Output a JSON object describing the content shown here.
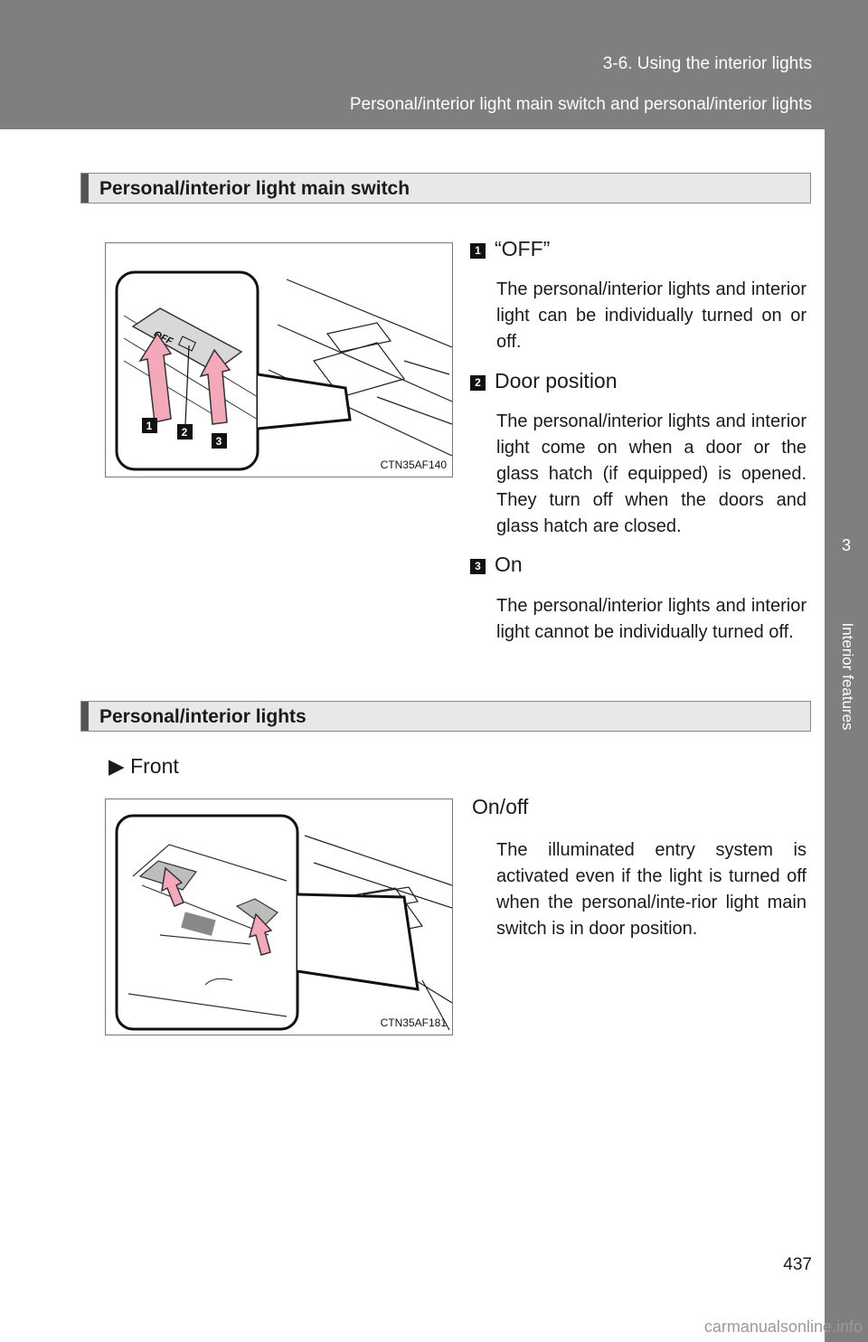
{
  "header": {
    "section": "3-6. Using the interior lights",
    "subtitle": "Personal/interior light main switch and personal/interior lights"
  },
  "side_tab": {
    "number": "3",
    "label": "Interior features"
  },
  "section1": {
    "title": "Personal/interior light main switch",
    "figure_code": "CTN35AF140",
    "callouts": [
      "1",
      "2",
      "3"
    ],
    "items": [
      {
        "num": "1",
        "title": "“OFF”",
        "text": "The personal/interior lights and interior light can be individually turned on or off."
      },
      {
        "num": "2",
        "title": "Door position",
        "text": "The personal/interior lights and interior light come on when a door or the glass hatch (if equipped) is opened. They turn off when the doors and glass hatch are closed."
      },
      {
        "num": "3",
        "title": "On",
        "text": "The personal/interior lights and interior light cannot be individually turned off."
      }
    ]
  },
  "section2": {
    "title": "Personal/interior lights",
    "bullet": "Front",
    "figure_code": "CTN35AF181",
    "item_title": "On/off",
    "item_text": "The illuminated entry system is activated even if the light is turned off when the personal/inte-rior light main switch is in door position."
  },
  "page_number": "437",
  "watermark": "carmanualsonline.info",
  "colors": {
    "header_bg": "#7f7f7f",
    "arrow_pink": "#f4a9bb"
  }
}
